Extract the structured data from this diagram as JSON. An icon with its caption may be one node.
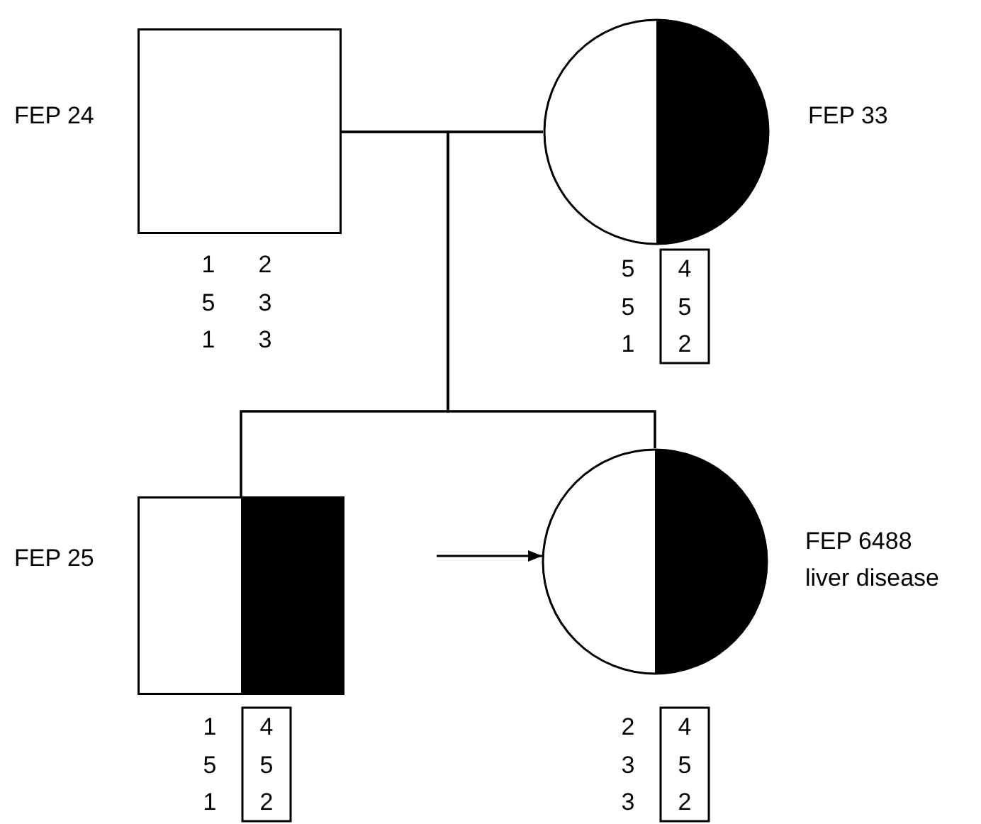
{
  "diagram": {
    "nodes": [
      {
        "text": [],
        "shape": "box",
        "beside": [
          "FEP 24"
        ]
      },
      {
        "text": [],
        "shape": "circle",
        "beside": [
          "FEP 33"
        ]
      },
      {
        "text": [],
        "shape": "box",
        "beside": [
          "FEP 25"
        ]
      },
      {
        "text": [],
        "shape": "circle",
        "beside": [
          "FEP 6488",
          "liver disease"
        ]
      }
    ],
    "edges": [
      {
        "from": 0,
        "to": 1,
        "arrow": "none"
      },
      {
        "from": 0,
        "to": 2,
        "arrow": "none"
      },
      {
        "from": 0,
        "to": 3,
        "arrow": "none"
      },
      {
        "from": 1,
        "to": 2,
        "arrow": "none"
      },
      {
        "from": 1,
        "to": 3,
        "arrow": "none"
      },
      {
        "from": null,
        "to": 3,
        "arrow": "to"
      }
    ],
    "labels": [
      "1",
      "2",
      "5",
      "3",
      "1",
      "3",
      "5",
      "4",
      "5",
      "5",
      "1",
      "2",
      "1",
      "4",
      "5",
      "5",
      "1",
      "2",
      "2",
      "4",
      "3",
      "5",
      "3",
      "2"
    ]
  }
}
